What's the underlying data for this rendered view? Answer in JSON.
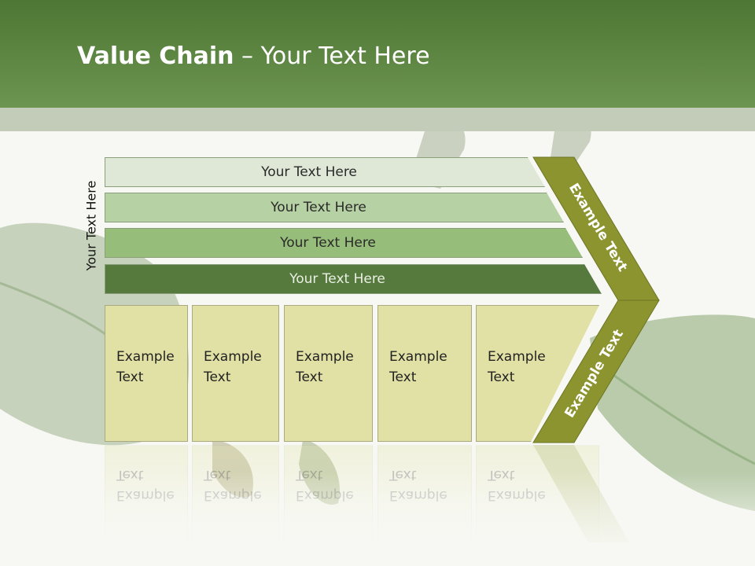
{
  "slide": {
    "title_bold": "Value Chain",
    "title_rest": " – Your Text Here",
    "side_label": "Your Text Here"
  },
  "rows": [
    "Your Text Here",
    "Your Text Here",
    "Your Text Here",
    "Your Text Here"
  ],
  "boxes": [
    {
      "line1": "Example",
      "line2": "Text"
    },
    {
      "line1": "Example",
      "line2": "Text"
    },
    {
      "line1": "Example",
      "line2": "Text"
    },
    {
      "line1": "Example",
      "line2": "Text"
    },
    {
      "line1": "Example",
      "line2": "Text"
    }
  ],
  "chevron": {
    "upper": "Example Text",
    "lower": "Example Text"
  },
  "colors": {
    "header": "#5b8540",
    "chevron": "#8c942f",
    "row1": "#dfe8d6",
    "row2": "#b6d1a3",
    "row3": "#96bd7a",
    "row4": "#567a3e",
    "box": "#e1e1a5"
  }
}
